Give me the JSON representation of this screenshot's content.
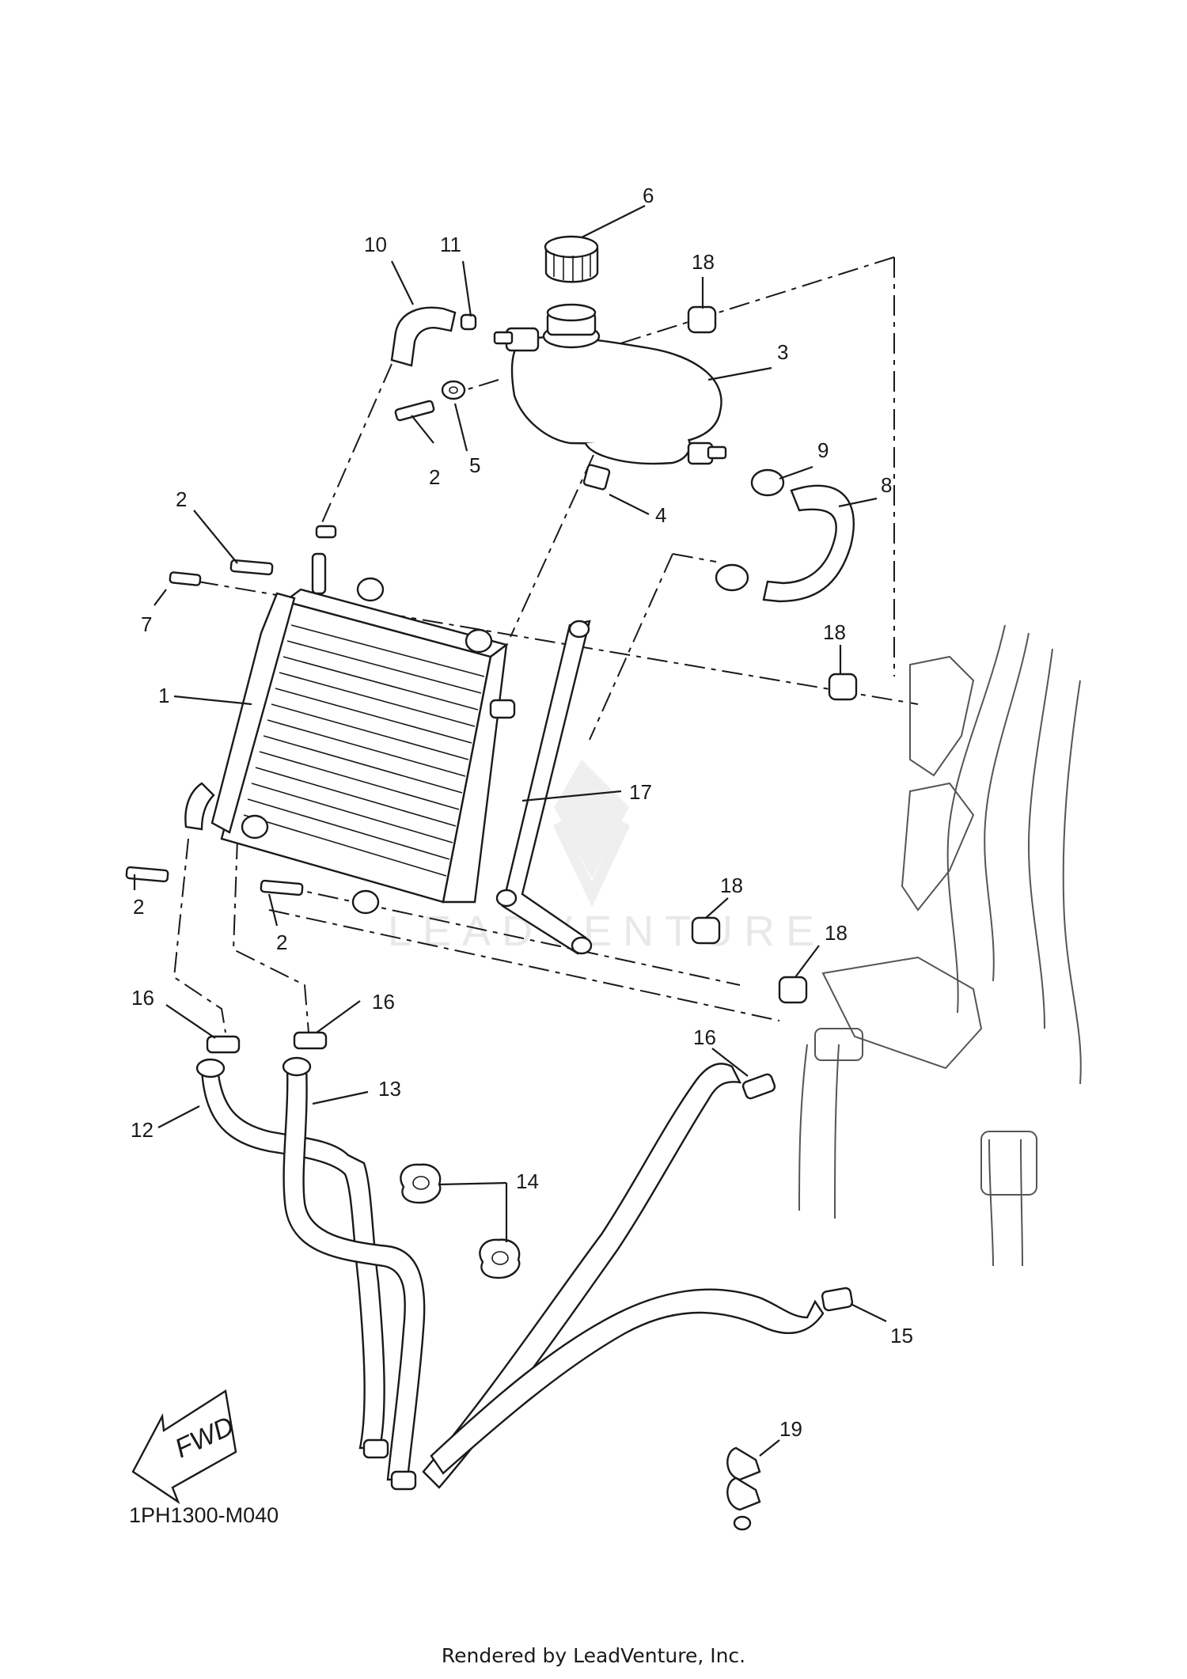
{
  "diagram_code": "1PH1300-M040",
  "footer_credit": "Rendered by LeadVenture, Inc.",
  "watermark_text": "LEADVENTURE",
  "direction_label": "FWD",
  "callouts": [
    {
      "id": "c6",
      "label": "6"
    },
    {
      "id": "c10",
      "label": "10"
    },
    {
      "id": "c11",
      "label": "11"
    },
    {
      "id": "c18a",
      "label": "18"
    },
    {
      "id": "c3",
      "label": "3"
    },
    {
      "id": "c2a",
      "label": "2"
    },
    {
      "id": "c5",
      "label": "5"
    },
    {
      "id": "c9",
      "label": "9"
    },
    {
      "id": "c8",
      "label": "8"
    },
    {
      "id": "c4",
      "label": "4"
    },
    {
      "id": "c2b",
      "label": "2"
    },
    {
      "id": "c7",
      "label": "7"
    },
    {
      "id": "c18b",
      "label": "18"
    },
    {
      "id": "c1",
      "label": "1"
    },
    {
      "id": "c17",
      "label": "17"
    },
    {
      "id": "c2c",
      "label": "2"
    },
    {
      "id": "c18c",
      "label": "18"
    },
    {
      "id": "c2d",
      "label": "2"
    },
    {
      "id": "c18d",
      "label": "18"
    },
    {
      "id": "c16a",
      "label": "16"
    },
    {
      "id": "c16b",
      "label": "16"
    },
    {
      "id": "c16c",
      "label": "16"
    },
    {
      "id": "c13",
      "label": "13"
    },
    {
      "id": "c12",
      "label": "12"
    },
    {
      "id": "c14",
      "label": "14"
    },
    {
      "id": "c15",
      "label": "15"
    },
    {
      "id": "c19",
      "label": "19"
    }
  ]
}
